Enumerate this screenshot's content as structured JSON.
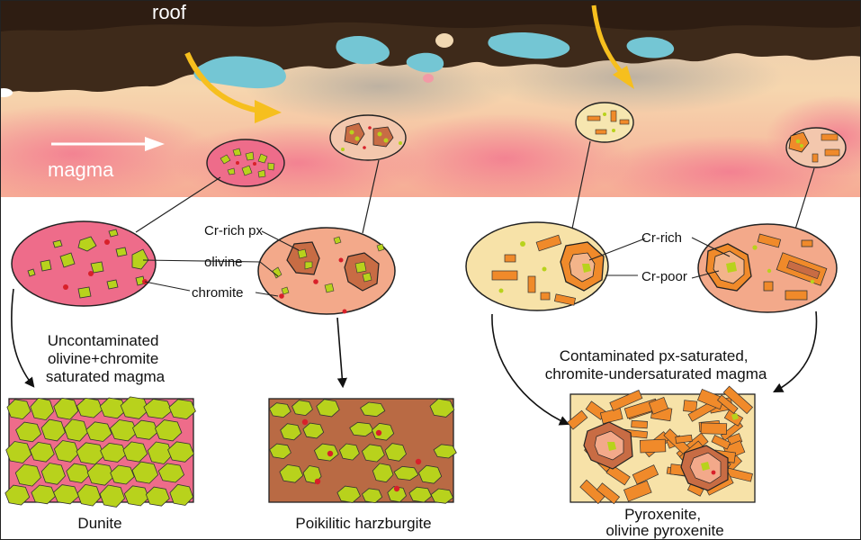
{
  "labels": {
    "roof": "roof",
    "magma": "magma",
    "cr_rich_px": "Cr-rich px",
    "olivine": "olivine",
    "chromite": "chromite",
    "cr_rich": "Cr-rich",
    "cr_poor": "Cr-poor"
  },
  "captions": {
    "uncontaminated": [
      "Uncontaminated",
      "olivine+chromite",
      "saturated magma"
    ],
    "contaminated": [
      "Contaminated px-saturated,",
      "chromite-undersaturated magma"
    ]
  },
  "rocks": {
    "dunite": "Dunite",
    "harzburgite": "Poikilitic harzburgite",
    "pyroxenite": [
      "Pyroxenite,",
      "olivine pyroxenite"
    ]
  },
  "colors": {
    "olivine": "#b8d21c",
    "chromite": "#d8202a",
    "pyroxene": "#f08a2a",
    "magma_pink": "#ee6c8a",
    "arrow_yellow": "#f6bf1e",
    "plume_cyan": "#74c6d4"
  }
}
